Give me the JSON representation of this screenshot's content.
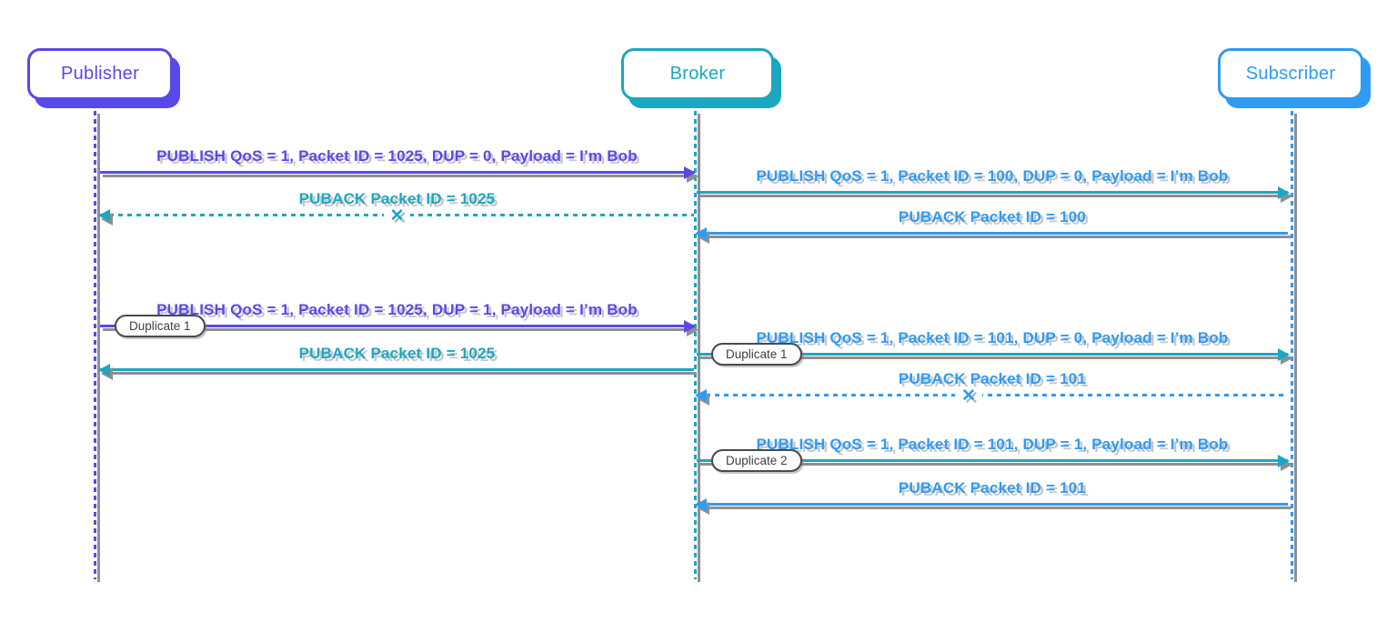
{
  "colors": {
    "purple": "#5948ea",
    "teal": "#1ba7c2",
    "blue": "#2e9bf4",
    "shadow_gray": "#8f8f8f",
    "badge_border": "#4a4a4a",
    "badge_text": "#3f3f3f"
  },
  "participants": [
    {
      "name": "Publisher"
    },
    {
      "name": "Broker"
    },
    {
      "name": "Subscriber"
    }
  ],
  "lost_mark": "✕",
  "messages": {
    "left": [
      {
        "label": "PUBLISH QoS = 1, Packet ID = 1025, DUP = 0, Payload = I’m Bob"
      },
      {
        "label": "PUBACK Packet ID = 1025"
      },
      {
        "label": "PUBLISH QoS = 1, Packet ID = 1025, DUP = 1, Payload = I’m Bob",
        "badge": "Duplicate 1"
      },
      {
        "label": "PUBACK Packet ID = 1025"
      }
    ],
    "right": [
      {
        "label": "PUBLISH QoS = 1, Packet ID = 100, DUP = 0, Payload = I’m Bob"
      },
      {
        "label": "PUBACK Packet ID = 100"
      },
      {
        "label": "PUBLISH QoS = 1, Packet ID = 101, DUP = 0, Payload = I’m Bob",
        "badge": "Duplicate 1"
      },
      {
        "label": "PUBACK Packet ID = 101"
      },
      {
        "label": "PUBLISH QoS = 1, Packet ID = 101, DUP = 1, Payload = I’m Bob",
        "badge": "Duplicate 2"
      },
      {
        "label": "PUBACK Packet ID = 101"
      }
    ]
  }
}
